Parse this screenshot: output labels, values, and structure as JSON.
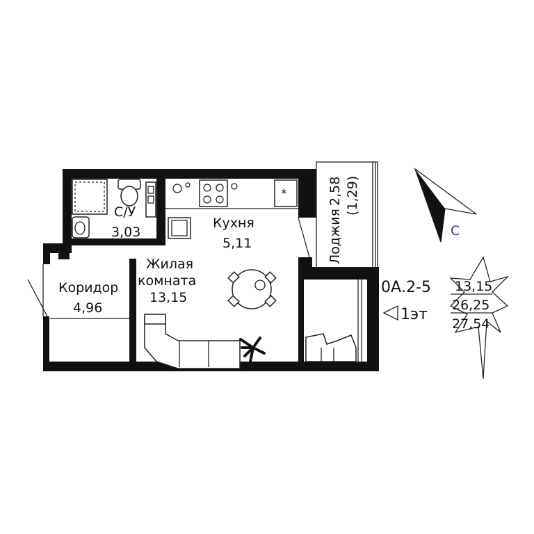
{
  "rooms": {
    "bathroom": {
      "name": "С/У",
      "area": "3,03"
    },
    "kitchen": {
      "name": "Кухня",
      "area": "5,11"
    },
    "living": {
      "name_line1": "Жилая",
      "name_line2": "комната",
      "area": "13,15"
    },
    "corridor": {
      "name": "Коридор",
      "area": "4,96"
    },
    "loggia": {
      "name": "Лоджия",
      "area": "2,58",
      "reduced_area": "(1,29)"
    }
  },
  "apartment": {
    "code": "0А.2-5",
    "floor_label": "1эт",
    "areas": [
      "13,15",
      "26,25",
      "27,54"
    ]
  },
  "compass": {
    "direction": "С"
  },
  "colors": {
    "wall": "#111111",
    "line": "#222222",
    "background": "#ffffff"
  }
}
